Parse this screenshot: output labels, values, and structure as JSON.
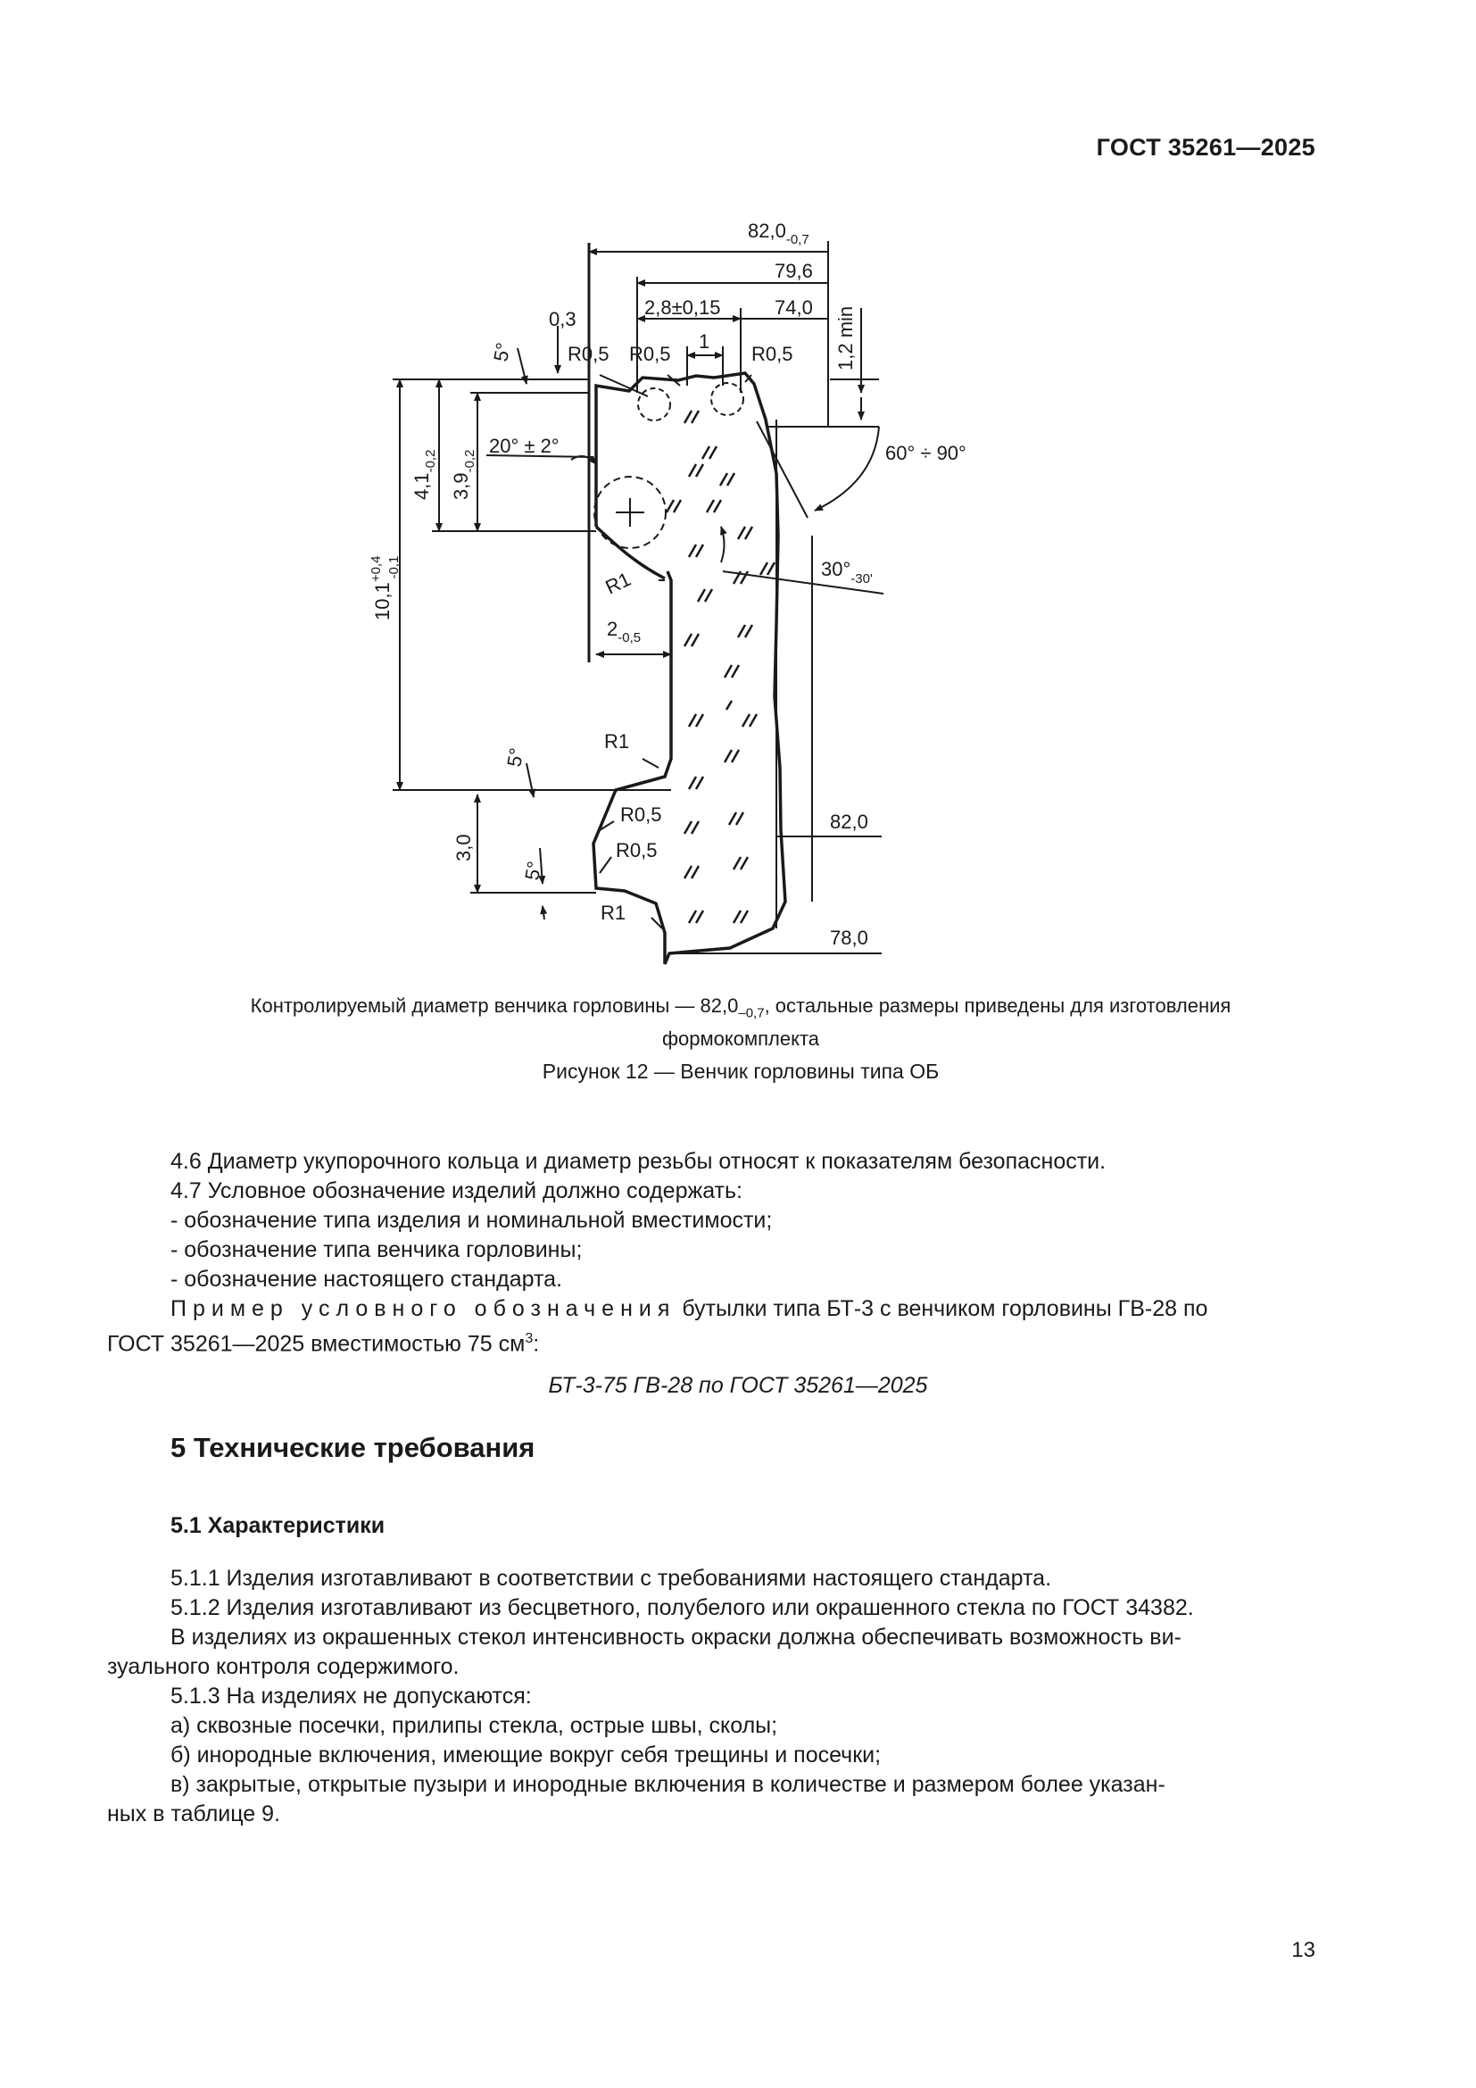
{
  "header": {
    "doc_id": "ГОСТ 35261—2025"
  },
  "figure": {
    "dims": {
      "d82_base": "82,0",
      "d82_tol": "-0,7",
      "d79_6": "79,6",
      "d2_8": "2,8±0,15",
      "d74": "74,0",
      "d1": "1",
      "d0_3": "0,3",
      "deg5": "5°",
      "r05": "R0,5",
      "r1": "R1",
      "min12": "1,2 min",
      "ang20": "20° ± 2°",
      "ang60_90": "60° ÷ 90°",
      "ang30_base": "30°",
      "ang30_tol": "-30'",
      "h41_base": "4,1",
      "h41_tol": "-0,2",
      "h39_base": "3,9",
      "h39_tol": "-0,2",
      "h101_base": "10,1",
      "h101_tol_up": "+0,4",
      "h101_tol_dn": "-0,1",
      "w2_base": "2",
      "w2_tol": "-0,5",
      "d82_plain": "82,0",
      "h3": "3,0",
      "d78": "78,0"
    },
    "caption_part1": "Контролируемый диаметр венчика горловины — 82,0",
    "caption_sub": "–0,7",
    "caption_part2": ", остальные размеры приведены для изготовления",
    "caption_line2": "формокомплекта",
    "title": "Рисунок 12 — Венчик горловины типа ОБ"
  },
  "body": {
    "p46": "4.6 Диаметр укупорочного кольца и диаметр резьбы относят к показателям безопасности.",
    "p47": "4.7 Условное обозначение изделий должно содержать:",
    "li1": "- обозначение типа изделия и номинальной вместимости;",
    "li2": "- обозначение типа венчика горловины;",
    "li3": "- обозначение настоящего стандарта.",
    "example_spaced": "Пример условного обозначения",
    "example_rest": " бутылки типа БТ-3 с венчиком горловины ГВ-28 по",
    "example_line2": "ГОСТ 35261—2025 вместимостью 75 см",
    "example_sup": "3",
    "example_colon": ":",
    "formula": "БТ-3-75 ГВ-28 по ГОСТ 35261—2025",
    "section5": "5 Технические требования",
    "section51": "5.1 Характеристики",
    "p511": "5.1.1 Изделия изготавливают в соответствии с требованиями настоящего стандарта.",
    "p512": "5.1.2 Изделия изготавливают из бесцветного, полубелого или окрашенного стекла по ГОСТ 34382.",
    "p512b_1": "В изделиях из окрашенных стекол интенсивность окраски должна обеспечивать возможность ви-",
    "p512b_2": "зуального контроля содержимого.",
    "p513": "5.1.3 На изделиях не допускаются:",
    "item_a": "а) сквозные посечки, прилипы стекла, острые швы, сколы;",
    "item_b": "б) инородные включения, имеющие вокруг себя трещины и посечки;",
    "item_c1": "в) закрытые, открытые пузыри и инородные включения в количестве и размером более указан-",
    "item_c2": "ных в таблице 9."
  },
  "page_number": "13"
}
